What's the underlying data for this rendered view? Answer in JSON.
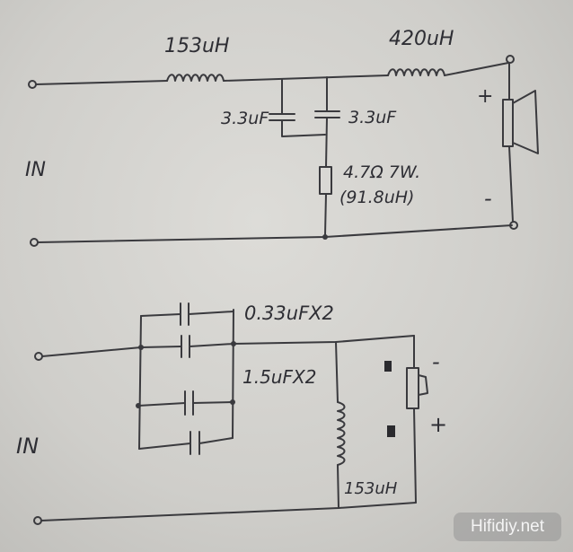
{
  "upper_circuit": {
    "inductor_series_1": "153uH",
    "inductor_series_2": "420uH",
    "capacitor_left": "3.3uF",
    "capacitor_right": "3.3uF",
    "resistor": "4.7Ω 7W.",
    "resistor_note": "(91.8uH)",
    "input_label": "IN",
    "speaker_plus": "+",
    "speaker_minus": "-"
  },
  "lower_circuit": {
    "capacitor_small": "0.33uFX2",
    "capacitor_large": "1.5uFX2",
    "inductor_shunt": "153uH",
    "input_label": "IN",
    "speaker_minus": "-",
    "speaker_plus": "+"
  },
  "watermark": "Hifidiy.net"
}
